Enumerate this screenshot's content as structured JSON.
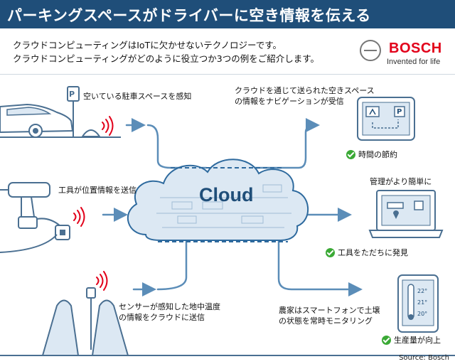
{
  "header": {
    "title": "パーキングスペースがドライバーに空き情報を伝える"
  },
  "intro": {
    "line1": "クラウドコンピューティングはIoTに欠かせないテクノロジーです。",
    "line2": "クラウドコンピューティングがどのように役立つか3つの例をご紹介します。"
  },
  "brand": {
    "name": "BOSCH",
    "tagline": "Invented for life"
  },
  "cloud": {
    "label": "Cloud"
  },
  "labels": {
    "parking_sensor": "空いている駐車スペースを感知",
    "navigation_line1": "クラウドを通じて送られた空きスペース",
    "navigation_line2": "の情報をナビゲーションが受信",
    "tool_location": "工具が位置情報を送信",
    "management": "管理がより簡単に",
    "soil_sensor_line1": "センサーが感知した地中温度",
    "soil_sensor_line2": "の情報をクラウドに送信",
    "farmer_line1": "農家はスマートフォンで土壌",
    "farmer_line2": "の状態を常時モニタリング"
  },
  "benefits": {
    "time_saving": "時間の節約",
    "find_tools": "工具をただちに発見",
    "productivity": "生産量が向上"
  },
  "icons": {
    "parking_sign_glyph": "P",
    "nav_parking_glyph": "P",
    "thermo_readings": [
      "22°",
      "21°",
      "20°"
    ]
  },
  "colors": {
    "header": "#1f4e79",
    "flow_line": "#5b8db8",
    "cloud_fill": "#dce8f3",
    "cloud_stroke": "#2e6a9e",
    "signal": "#e2001a",
    "check": "#3aa935",
    "brand_red": "#e2001a"
  },
  "source": "Source: Bosch"
}
